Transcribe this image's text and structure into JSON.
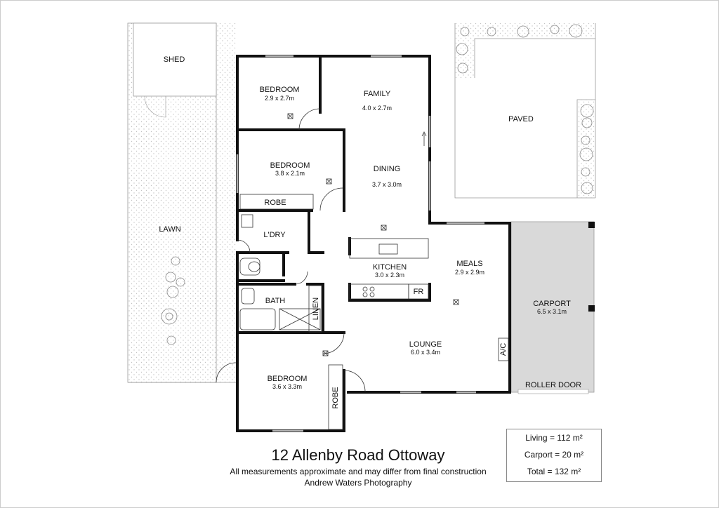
{
  "rooms": {
    "shed": "SHED",
    "lawn": "LAWN",
    "paved": "PAVED",
    "bedroom1": {
      "name": "BEDROOM",
      "dims": "2.9 x 2.7m"
    },
    "family": {
      "name": "FAMILY",
      "dims": "4.0 x 2.7m"
    },
    "bedroom2": {
      "name": "BEDROOM",
      "dims": "3.8 x 2.1m"
    },
    "robe1": "ROBE",
    "dining": {
      "name": "DINING",
      "dims": "3.7 x 3.0m"
    },
    "laundry": "L'DRY",
    "kitchen": {
      "name": "KITCHEN",
      "dims": "3.0 x 2.3m"
    },
    "fridge": "FR",
    "meals": {
      "name": "MEALS",
      "dims": "2.9 x 2.9m"
    },
    "carport": {
      "name": "CARPORT",
      "dims": "6.5 x 3.1m"
    },
    "bath": "BATH",
    "linen": "LINEN",
    "lounge": {
      "name": "LOUNGE",
      "dims": "6.0 x 3.4m"
    },
    "ac": "A/C",
    "bedroom3": {
      "name": "BEDROOM",
      "dims": "3.6 x 3.3m"
    },
    "robe2": "ROBE",
    "roller_door": "ROLLER DOOR"
  },
  "footer": {
    "title": "12 Allenby Road Ottoway",
    "disclaimer": "All measurements approximate and may differ from final construction",
    "credit": "Andrew Waters Photography"
  },
  "areas": {
    "living": "Living = 112 m²",
    "carport": "Carport = 20 m²",
    "total": "Total = 132 m²"
  },
  "colors": {
    "wall": "#111111",
    "carport_fill": "#d9d9d9",
    "lawn_dots": "#c8c8c8"
  }
}
